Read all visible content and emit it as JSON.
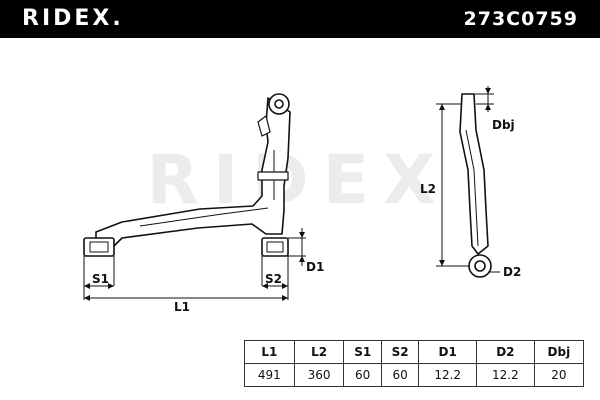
{
  "header": {
    "brand": "RIDEX.",
    "part_number": "273C0759"
  },
  "watermark": "RIDEX",
  "dimension_labels": {
    "S1": "S1",
    "S2": "S2",
    "L1": "L1",
    "D1": "D1",
    "L2": "L2",
    "Dbj": "Dbj",
    "D2": "D2"
  },
  "spec_table": {
    "headers": [
      "L1",
      "L2",
      "S1",
      "S2",
      "D1",
      "D2",
      "Dbj"
    ],
    "values": [
      "491",
      "360",
      "60",
      "60",
      "12.2",
      "12.2",
      "20"
    ]
  }
}
